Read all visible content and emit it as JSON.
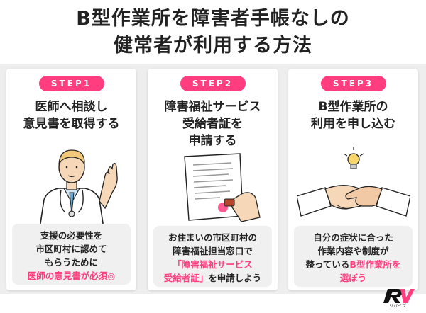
{
  "title": {
    "line1": "B型作業所を障害者手帳なしの",
    "line2": "健常者が利用する方法"
  },
  "steps": [
    {
      "badge": "STEP1",
      "title_lines": [
        "医師へ相談し",
        "意見書を取得する"
      ],
      "desc_lines": [
        {
          "text": "支援の必要性を",
          "highlight": false
        },
        {
          "text": "市区町村に認めて",
          "highlight": false
        },
        {
          "text": "もらうために",
          "highlight": false
        },
        {
          "text": "医師の意見書が必須◎",
          "highlight": true
        }
      ]
    },
    {
      "badge": "STEP2",
      "title_lines": [
        "障害福祉サービス",
        "受給者証を",
        "申請する"
      ],
      "desc_lines": [
        {
          "text": "お住まいの市区町村の",
          "highlight": false
        },
        {
          "text": "障害福祉担当窓口で",
          "highlight": false
        },
        {
          "text": "「障害福祉サービス",
          "highlight": true
        },
        {
          "text_pink": "受給者証」",
          "text_rest": "を申請しよう"
        }
      ]
    },
    {
      "badge": "STEP3",
      "title_lines": [
        "B型作業所の",
        "利用を申し込む"
      ],
      "desc_lines": [
        {
          "text": "自分の症状に合った",
          "highlight": false
        },
        {
          "text": "作業内容や制度が",
          "highlight": false
        },
        {
          "text_rest_first": "整っている",
          "text_pink": "B型作業所を"
        },
        {
          "text": "選ぼう",
          "highlight": true
        }
      ]
    }
  ],
  "logo": {
    "mark": "RV",
    "sub": "リバイブ"
  },
  "colors": {
    "accent": "#ff3d7f",
    "card_bg": "#ffffff",
    "band_bg": "#eeeeee",
    "desc_bg": "#f0f0f0"
  },
  "icons": [
    "doctor-illustration",
    "document-stamp-illustration",
    "handshake-lightbulb-illustration"
  ]
}
